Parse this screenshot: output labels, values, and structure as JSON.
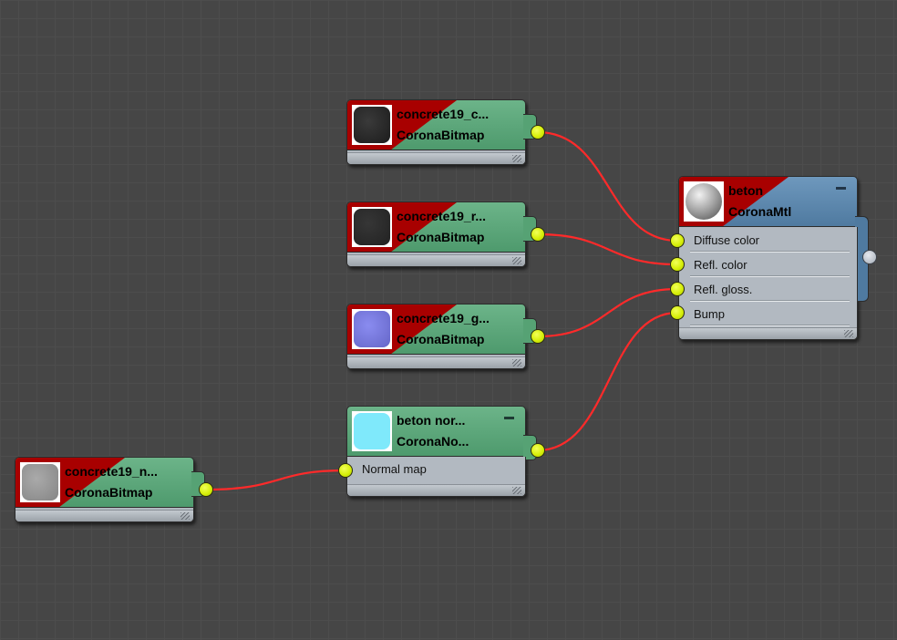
{
  "nodes": {
    "concrete_c": {
      "title": "concrete19_c...",
      "type": "CoronaBitmap",
      "thumb_color": "#2e2e2e"
    },
    "concrete_r": {
      "title": "concrete19_r...",
      "type": "CoronaBitmap",
      "thumb_color": "#2c2c2c"
    },
    "concrete_g": {
      "title": "concrete19_g...",
      "type": "CoronaBitmap",
      "thumb_color": "#7b7cdc"
    },
    "concrete_n": {
      "title": "concrete19_n...",
      "type": "CoronaBitmap",
      "thumb_color": "#9a9a9a"
    },
    "beton_normal": {
      "title": "beton nor...",
      "type": "CoronaNo...",
      "thumb_color": "#7fe9fb",
      "slots": [
        "Normal map"
      ]
    },
    "beton": {
      "title": "beton",
      "type": "CoronaMtl",
      "thumb_color": "#bfbfbf",
      "slots": [
        "Diffuse color",
        "Refl. color",
        "Refl. gloss.",
        "Bump"
      ]
    }
  },
  "colors": {
    "bitmap_header": "#5aa67a",
    "material_header": "#5f8db5",
    "header_tag": "#a80000",
    "wire": "#ff2020",
    "socket": "#d7ef0a"
  }
}
